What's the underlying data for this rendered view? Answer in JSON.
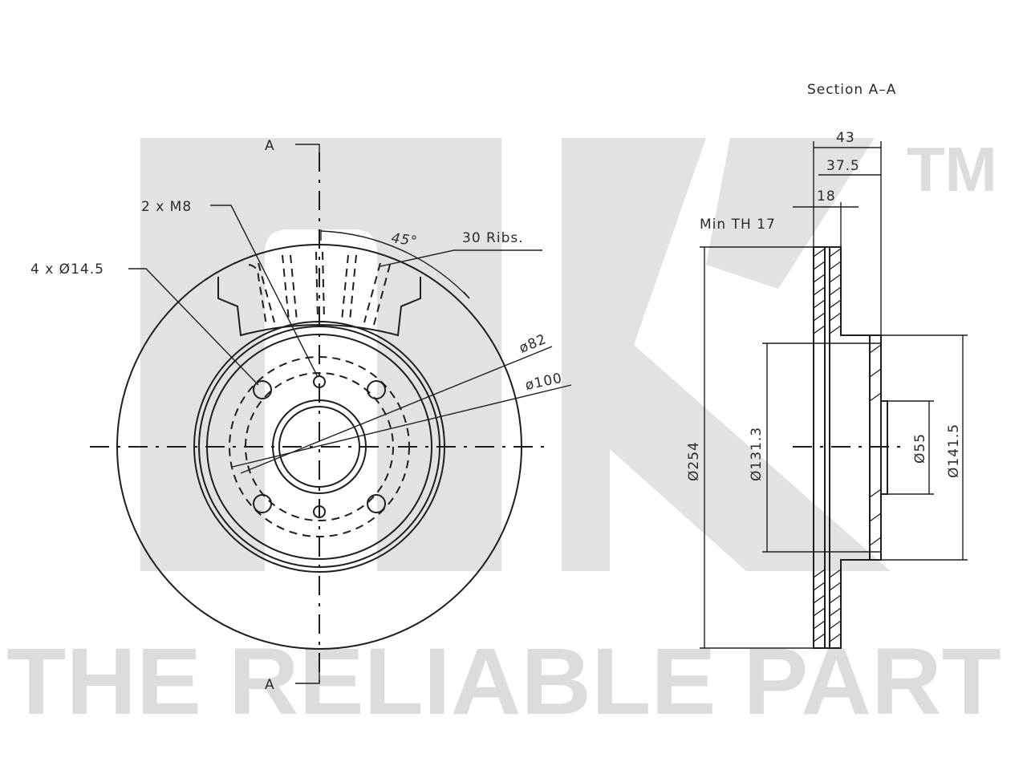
{
  "watermark": {
    "logo": "NK",
    "trademark": "TM",
    "slogan": "THE RELIABLE PART"
  },
  "front_view": {
    "section_marker_top": "A",
    "section_marker_bottom": "A",
    "thread_holes": "2 x M8",
    "bolt_holes": "4 x Ø14.5",
    "rib_angle": "45°",
    "ribs": "30 Ribs.",
    "pcd": "ø82",
    "spigot": "ø100"
  },
  "section_view": {
    "title": "Section  A–A",
    "overall_height": "43",
    "hat_height": "37.5",
    "disc_thickness": "18",
    "min_thickness": "Min  TH  17",
    "outer_diameter": "Ø254",
    "hat_inner_diameter": "Ø131.3",
    "center_bore": "Ø55",
    "hat_outer_diameter": "Ø141.5"
  }
}
